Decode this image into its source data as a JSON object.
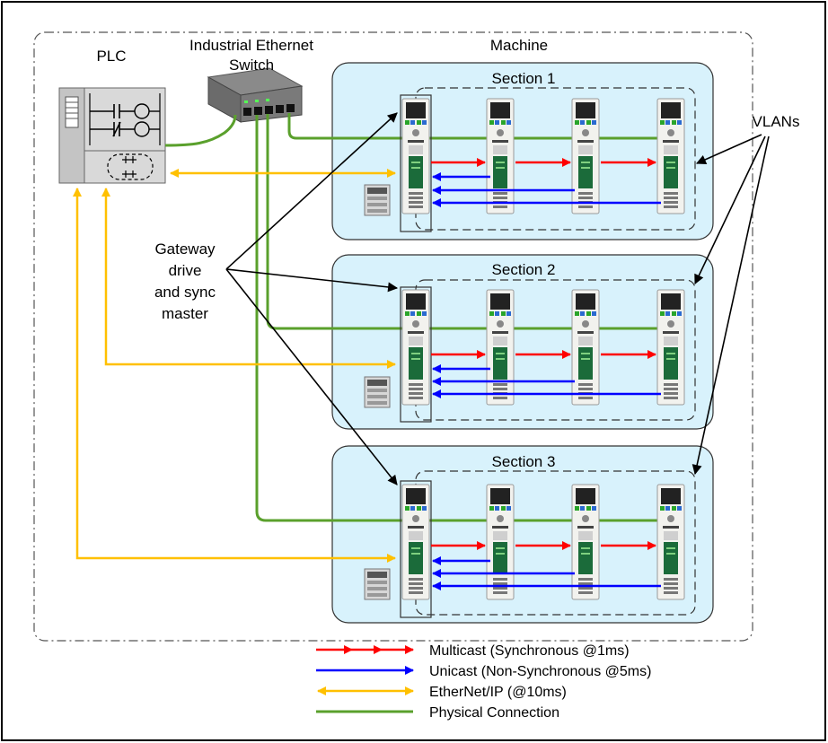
{
  "labels": {
    "plc": "PLC",
    "switch_line1": "Industrial Ethernet",
    "switch_line2": "Switch",
    "machine": "Machine",
    "vlans": "VLANs",
    "gateway_line1": "Gateway",
    "gateway_line2": "drive",
    "gateway_line3": "and sync",
    "gateway_line4": "master"
  },
  "sections": [
    {
      "title": "Section 1"
    },
    {
      "title": "Section 2"
    },
    {
      "title": "Section 3"
    }
  ],
  "legend": [
    {
      "key": "multicast",
      "label": "Multicast (Synchronous @1ms)",
      "color": "#ff0000"
    },
    {
      "key": "unicast",
      "label": "Unicast (Non-Synchronous @5ms)",
      "color": "#0000ff"
    },
    {
      "key": "ethernetip",
      "label": "EtherNet/IP (@10ms)",
      "color": "#ffc000"
    },
    {
      "key": "physical",
      "label": "Physical Connection",
      "color": "#5aa02c"
    }
  ],
  "colors": {
    "section_fill": "#d8f2fc",
    "multicast": "#ff0000",
    "unicast": "#0000ff",
    "ethernetip": "#ffc000",
    "physical": "#5aa02c"
  },
  "icons": {
    "plc": "plc-ladder-logic-icon",
    "switch": "ethernet-switch-icon",
    "drive": "servo-drive-icon",
    "module": "io-module-icon"
  }
}
